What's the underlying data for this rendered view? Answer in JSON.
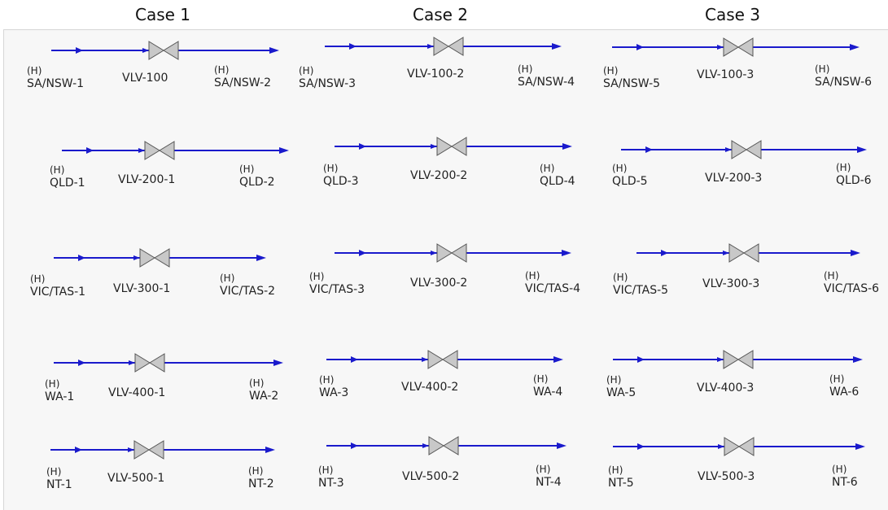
{
  "headers": [
    "Case 1",
    "Case 2",
    "Case 3"
  ],
  "hint": "(H)",
  "colors": {
    "stream": "#1a1acc",
    "valve_fill": "#c8c8c8",
    "valve_edge": "#555555",
    "background": "#f7f7f7"
  },
  "units": [
    {
      "valve": "VLV-100",
      "inlet": "SA/NSW-1",
      "outlet": "SA/NSW-2"
    },
    {
      "valve": "VLV-100-2",
      "inlet": "SA/NSW-3",
      "outlet": "SA/NSW-4"
    },
    {
      "valve": "VLV-100-3",
      "inlet": "SA/NSW-5",
      "outlet": "SA/NSW-6"
    },
    {
      "valve": "VLV-200-1",
      "inlet": "QLD-1",
      "outlet": "QLD-2"
    },
    {
      "valve": "VLV-200-2",
      "inlet": "QLD-3",
      "outlet": "QLD-4"
    },
    {
      "valve": "VLV-200-3",
      "inlet": "QLD-5",
      "outlet": "QLD-6"
    },
    {
      "valve": "VLV-300-1",
      "inlet": "VIC/TAS-1",
      "outlet": "VIC/TAS-2"
    },
    {
      "valve": "VLV-300-2",
      "inlet": "VIC/TAS-3",
      "outlet": "VIC/TAS-4"
    },
    {
      "valve": "VLV-300-3",
      "inlet": "VIC/TAS-5",
      "outlet": "VIC/TAS-6"
    },
    {
      "valve": "VLV-400-1",
      "inlet": "WA-1",
      "outlet": "WA-2"
    },
    {
      "valve": "VLV-400-2",
      "inlet": "WA-3",
      "outlet": "WA-4"
    },
    {
      "valve": "VLV-400-3",
      "inlet": "WA-5",
      "outlet": "WA-6"
    },
    {
      "valve": "VLV-500-1",
      "inlet": "NT-1",
      "outlet": "NT-2"
    },
    {
      "valve": "VLV-500-2",
      "inlet": "NT-3",
      "outlet": "NT-4"
    },
    {
      "valve": "VLV-500-3",
      "inlet": "NT-5",
      "outlet": "NT-6"
    }
  ]
}
